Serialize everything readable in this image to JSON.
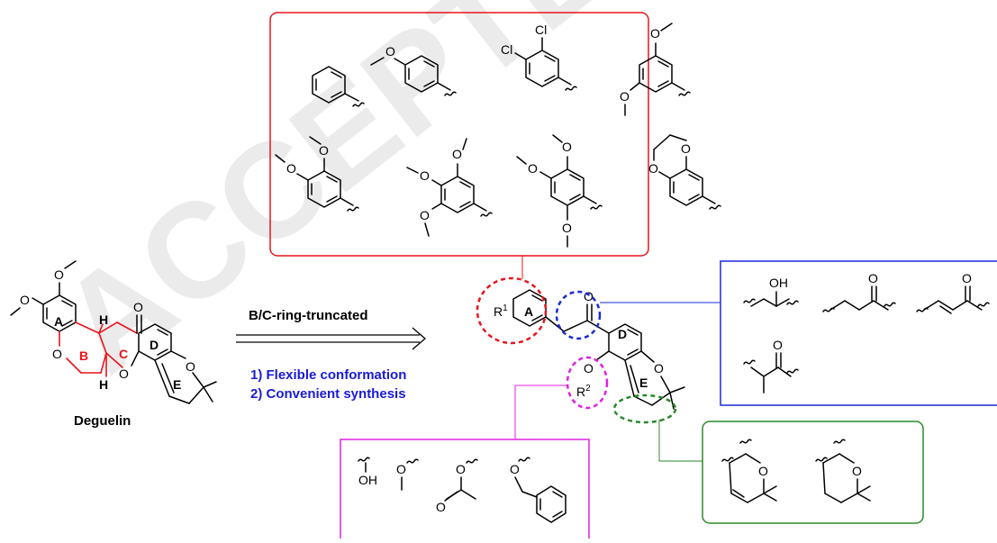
{
  "watermark": "ACCEPTED",
  "deguelin": {
    "name": "Deguelin",
    "atoms": {
      "oxygen": "O",
      "hydrogen": "H"
    },
    "ring_labels": {
      "a": "A",
      "b": "B",
      "c": "C",
      "d": "D",
      "e": "E"
    }
  },
  "arrow": {
    "label": "B/C-ring-truncated",
    "note_1": "1) Flexible conformation",
    "note_2": "2) Convenient synthesis"
  },
  "core": {
    "r1": "R",
    "r1_sup": "1",
    "r2": "R",
    "r2_sup": "2",
    "ring_a": "A",
    "ring_d": "D",
    "ring_e": "E",
    "oxygen": "O"
  },
  "aryl_box": {
    "oxygen": "O",
    "chlorine": "Cl"
  },
  "linker_box": {
    "oxygen": "O",
    "hydroxyl": "OH"
  },
  "ether_box": {
    "oxygen": "O",
    "hydroxyl": "OH"
  },
  "ering_box": {
    "oxygen": "O"
  },
  "colors": {
    "red": "#e8141c",
    "blue": "#1a2bd6",
    "green": "#2a8a2a",
    "magenta": "#e020e0",
    "text_blue": "#1a1ad8"
  }
}
